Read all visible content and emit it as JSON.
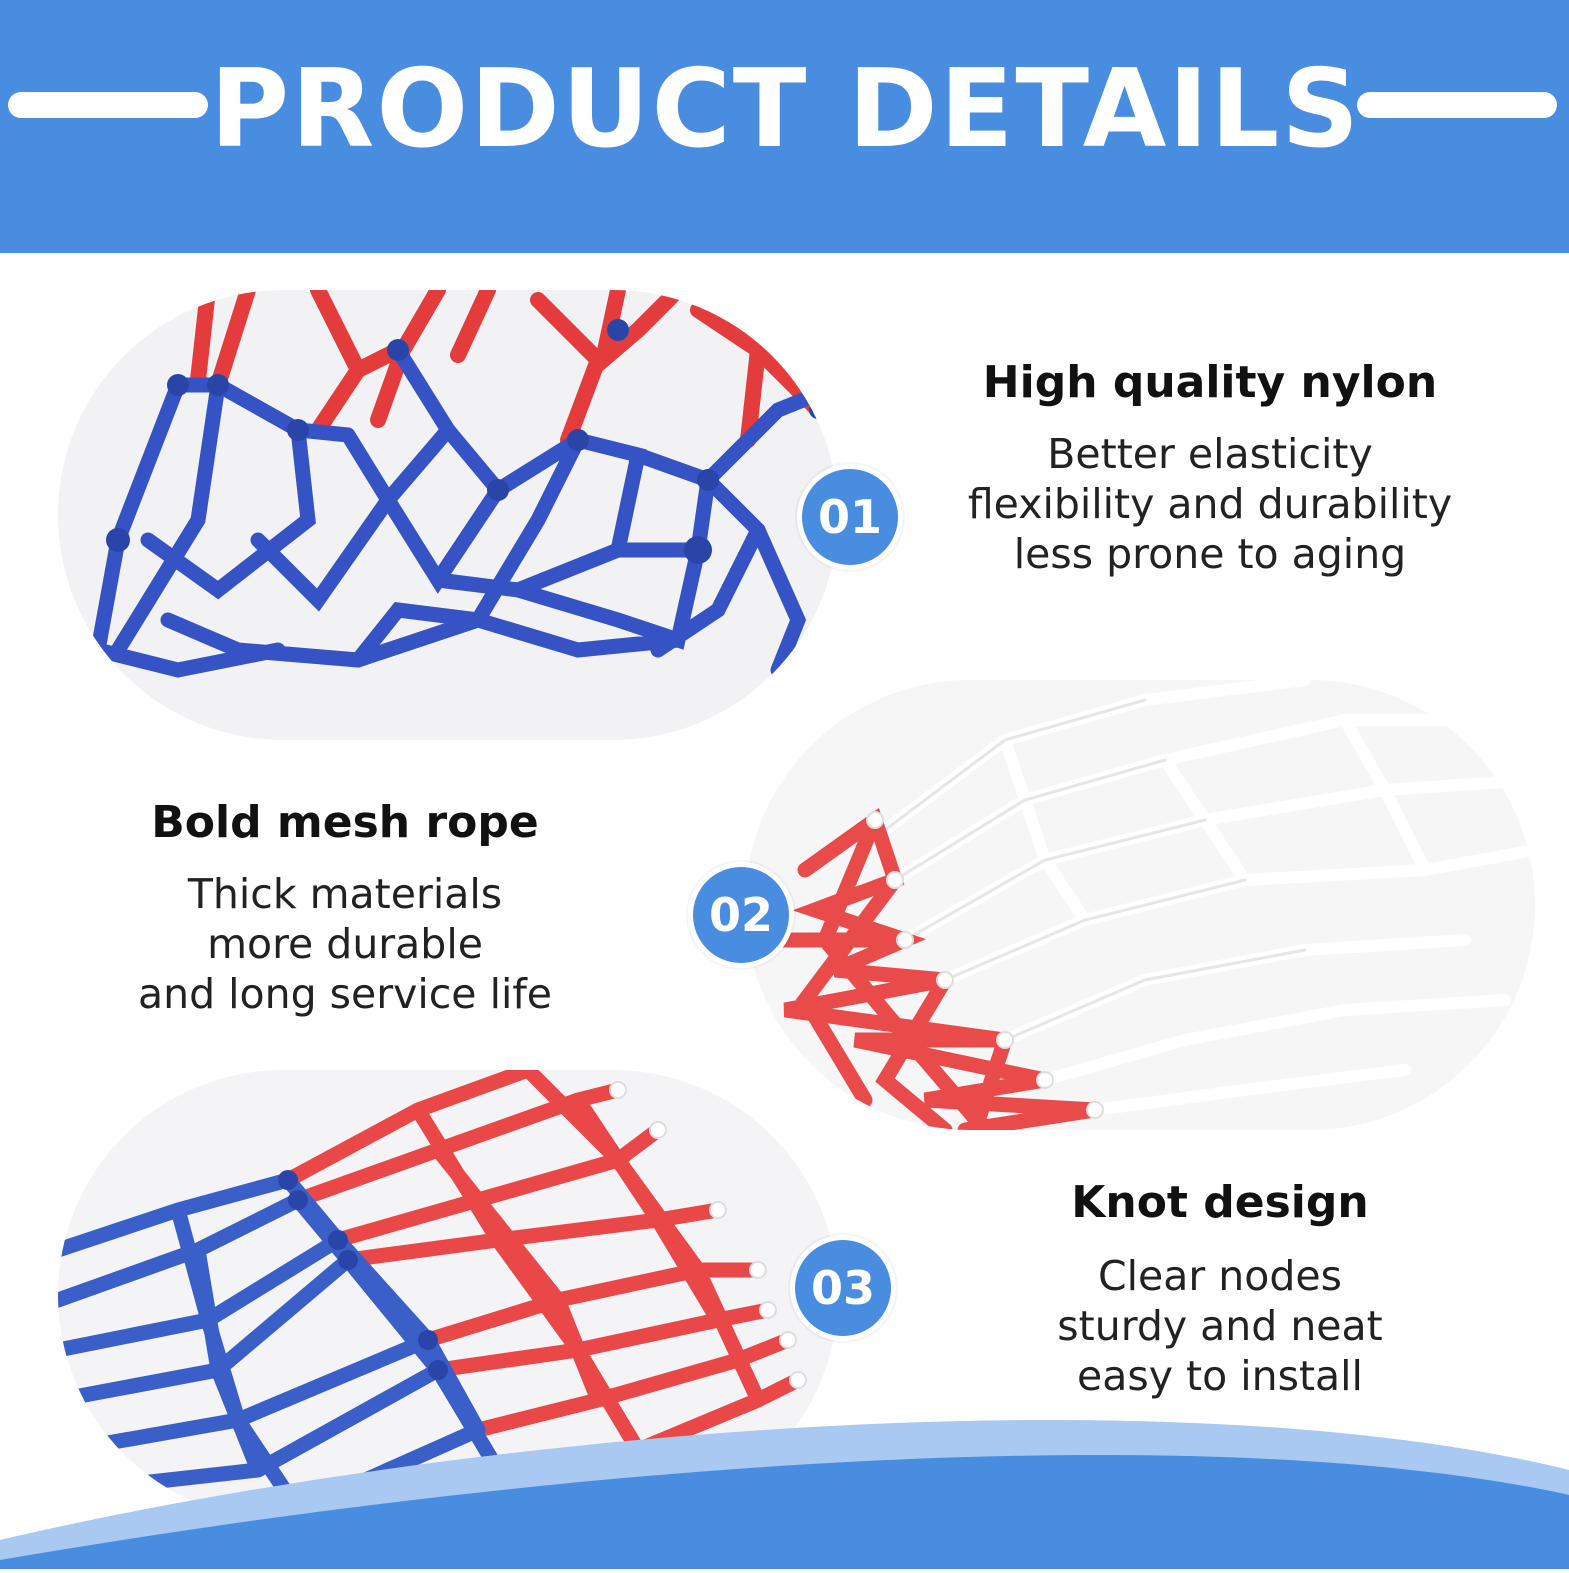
{
  "header": {
    "title": "PRODUCT DETAILS",
    "color": "#498de0"
  },
  "features": [
    {
      "badge": "01",
      "title": "High quality nylon",
      "lines": [
        "Better elasticity",
        "flexibility and durability",
        "less prone to aging"
      ]
    },
    {
      "badge": "02",
      "title": "Bold mesh rope",
      "lines": [
        "Thick materials",
        "more durable",
        "and long service life"
      ]
    },
    {
      "badge": "03",
      "title": "Knot design",
      "lines": [
        "Clear nodes",
        "sturdy and neat",
        "easy to install"
      ]
    }
  ],
  "colors": {
    "accent": "#498de0",
    "rope_red": "#e43c3c",
    "rope_blue": "#3553c4",
    "rope_white": "#f4f4f4"
  }
}
